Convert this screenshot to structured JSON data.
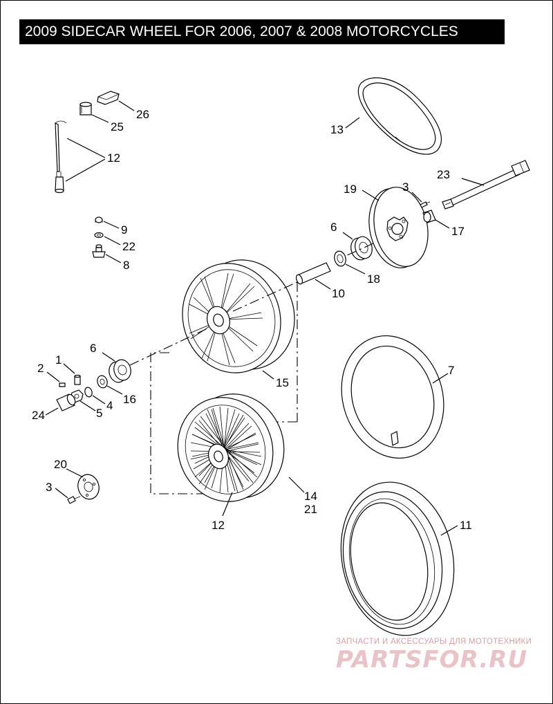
{
  "title": "2009 SIDECAR WHEEL FOR 2006, 2007 & 2008 MOTORCYCLES",
  "watermark": {
    "tagline": "ЗАПЧАСТИ И АКСЕССУАРЫ ДЛЯ МОТОТЕХНИКИ",
    "logo": "PARTSFOR.RU",
    "color": "#d9a3a8"
  },
  "callouts": {
    "c26": "26",
    "c25": "25",
    "c12a": "12",
    "c13": "13",
    "c23": "23",
    "c19": "19",
    "c3a": "3",
    "c9": "9",
    "c22": "22",
    "c8": "8",
    "c6a": "6",
    "c17": "17",
    "c18": "18",
    "c10": "10",
    "c6b": "6",
    "c1": "1",
    "c2": "2",
    "c16": "16",
    "c15": "15",
    "c4": "4",
    "c5": "5",
    "c24": "24",
    "c7": "7",
    "c20": "20",
    "c3b": "3",
    "c14": "14",
    "c21": "21",
    "c12b": "12",
    "c11": "11"
  }
}
